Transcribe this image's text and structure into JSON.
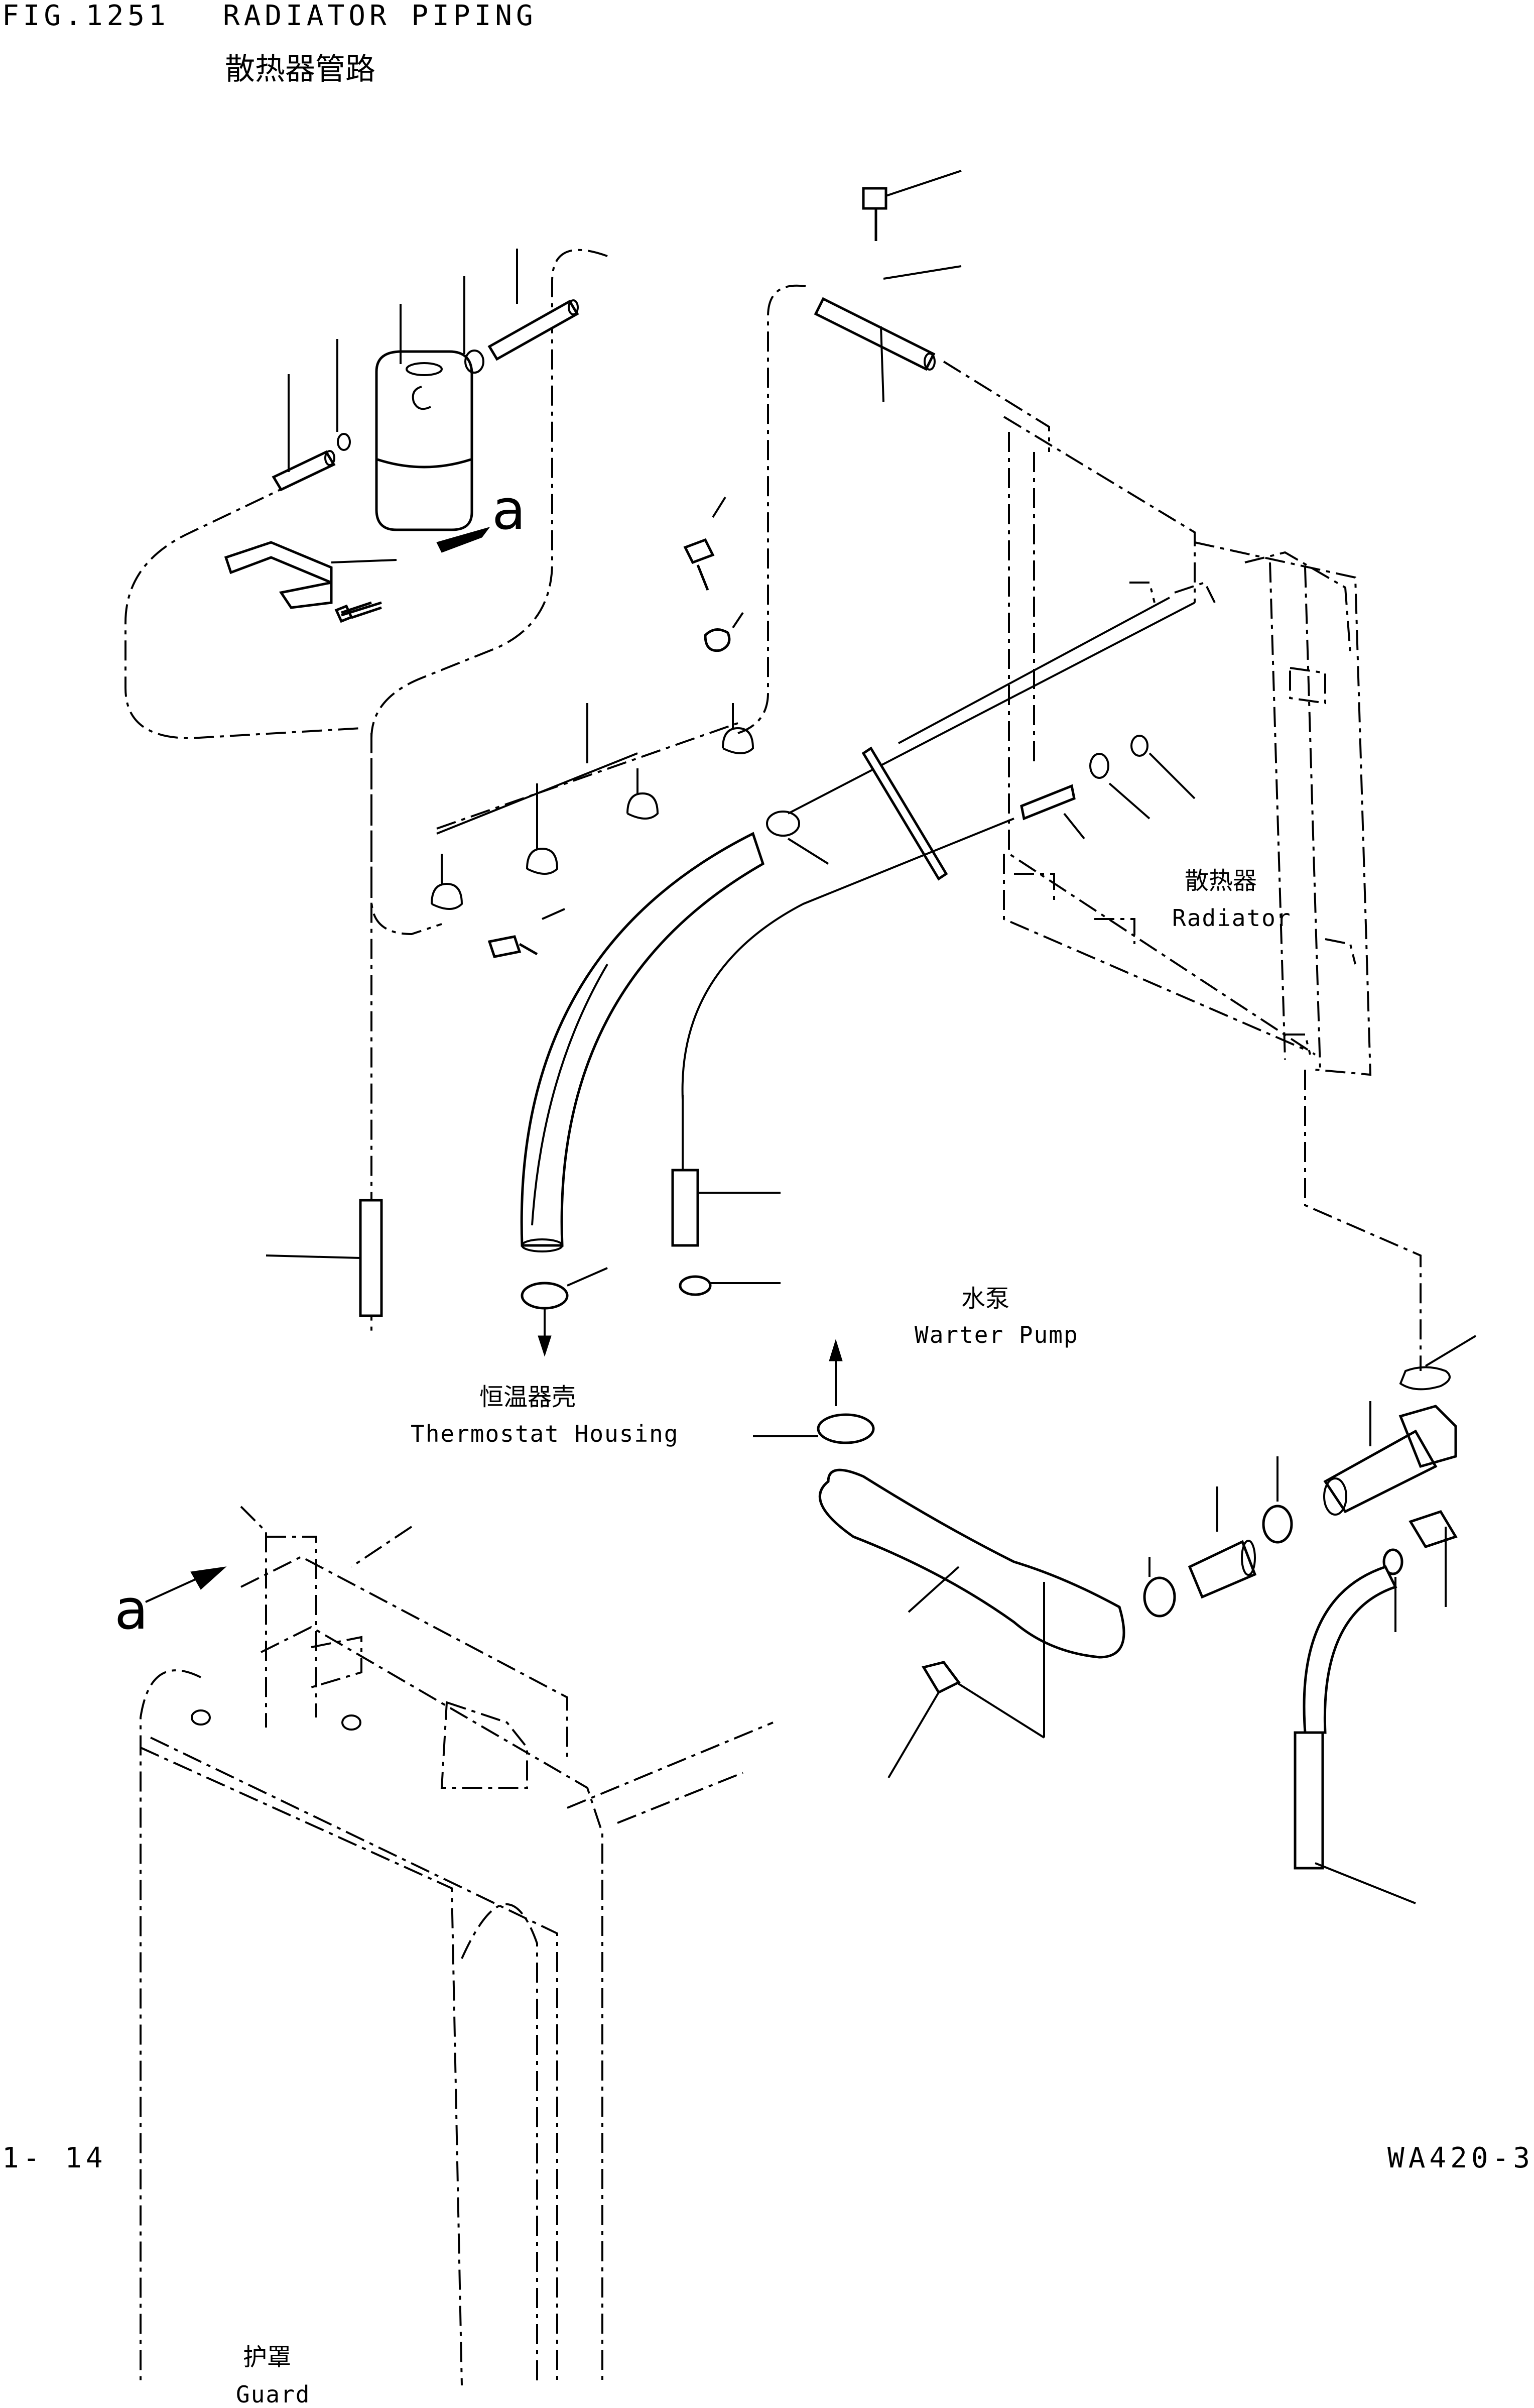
{
  "header": {
    "fig_number": "FIG.1251",
    "title_en": "RADIATOR PIPING",
    "title_cn": "散热器管路"
  },
  "labels": {
    "radiator_cn": "散热器",
    "radiator_en": "Radiator",
    "water_pump_cn": "水泵",
    "water_pump_en": "Warter Pump",
    "thermostat_cn": "恒温器壳",
    "thermostat_en": "Thermostat Housing",
    "guard_cn": "护罩",
    "guard_en": "Guard",
    "view_marker_top": "a",
    "view_marker_left": "a"
  },
  "footer": {
    "page": "1- 14",
    "model": "WA420-3"
  }
}
